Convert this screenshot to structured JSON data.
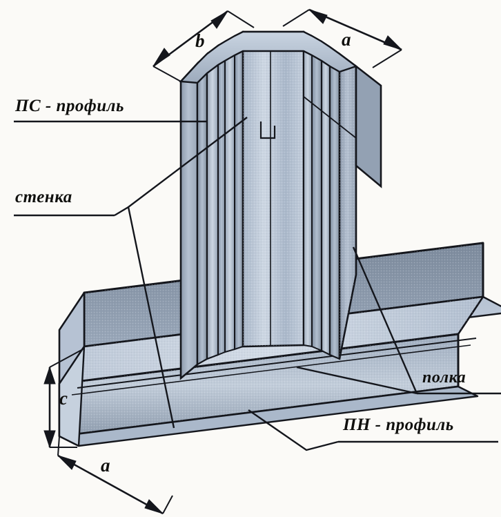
{
  "diagram": {
    "title": "Metal profiles for drywall framing (isometric view)",
    "background_color": "#fbfaf7",
    "line_color": "#14161c",
    "labels": {
      "stud_profile": "ПС - профиль",
      "web": "стенка",
      "flange": "полка",
      "track_profile": "ПН - профиль"
    },
    "dimensions": {
      "b": "b",
      "a_top": "a",
      "c": "c",
      "a_bottom": "a"
    },
    "colors": {
      "metal_light": "#c7d2e0",
      "metal_mid": "#a8b6c8",
      "metal_dark": "#7f8d9f",
      "metal_darker": "#6b7888",
      "metal_highlight": "#dde4ee",
      "paper": "#fbfaf7",
      "ink": "#14161c"
    },
    "elements": [
      {
        "name": "stud-profile",
        "label": "ПС - профиль",
        "description": "Vertical C-shaped stud profile with ribbed flanges"
      },
      {
        "name": "track-profile",
        "label": "ПН - профиль",
        "description": "Horizontal U-shaped track profile running diagonally"
      },
      {
        "name": "web",
        "label": "стенка",
        "description": "Web - the back face of the profile"
      },
      {
        "name": "flange",
        "label": "полка",
        "description": "Flange - the side face of the profile"
      }
    ]
  }
}
